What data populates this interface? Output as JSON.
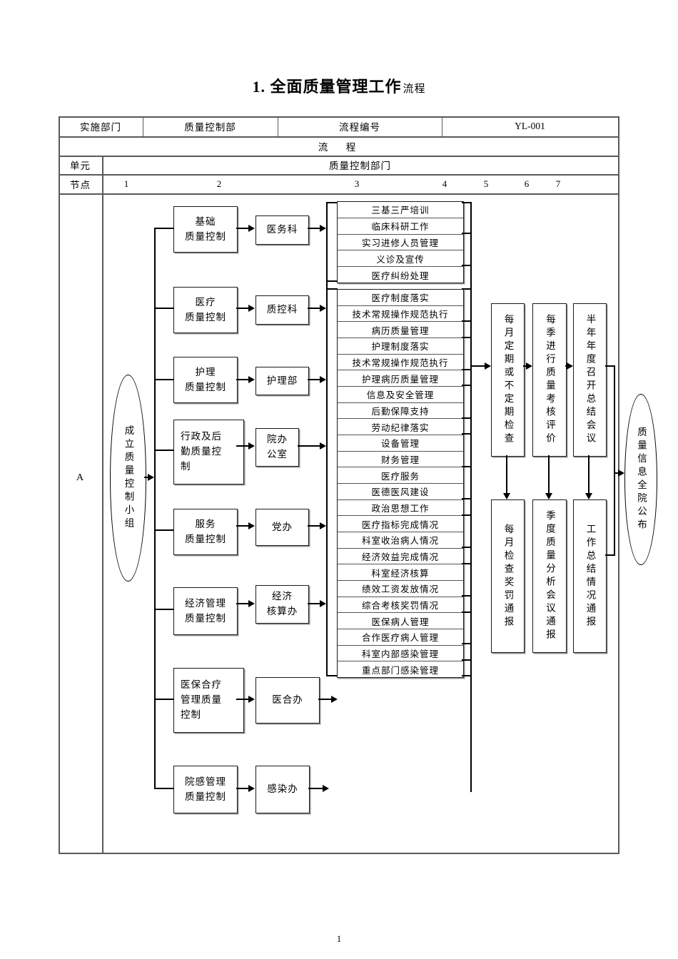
{
  "title": {
    "main": "1. 全面质量管理工作",
    "suffix": "流程"
  },
  "info_table": {
    "impl_dept_label": "实施部门",
    "impl_dept_value": "质量控制部",
    "flow_no_label": "流程编号",
    "flow_no_value": "YL-001",
    "flow_band": "流　程",
    "unit_label": "单元",
    "unit_value": "质量控制部门",
    "node_label": "节点",
    "node_numbers": [
      "1",
      "2",
      "3",
      "4",
      "5",
      "6",
      "7"
    ]
  },
  "flow": {
    "lane_marker": "A",
    "start": "成立质量控制小组",
    "branches": [
      {
        "category": "基础\n质量控制",
        "dept": "医务科"
      },
      {
        "category": "医疗\n质量控制",
        "dept": "质控科"
      },
      {
        "category": "护理\n质量控制",
        "dept": "护理部"
      },
      {
        "category": "行政及后\n勤质量控\n制",
        "dept": "院办\n公室"
      },
      {
        "category": "服务\n质量控制",
        "dept": "党办"
      },
      {
        "category": "经济管理\n质量控制",
        "dept": "经济\n核算办"
      },
      {
        "category": "医保合疗\n管理质量\n控制",
        "dept": "医合办"
      },
      {
        "category": "院感管理\n质量控制",
        "dept": "感染办"
      }
    ],
    "checklist": [
      "三基三严培训",
      "临床科研工作",
      "实习进修人员管理",
      "义诊及宣传",
      "医疗纠纷处理",
      "医疗制度落实",
      "技术常规操作规范执行",
      "病历质量管理",
      "护理制度落实",
      "技术常规操作规范执行",
      "护理病历质量管理",
      "信息及安全管理",
      "后勤保障支持",
      "劳动纪律落实",
      "设备管理",
      "财务管理",
      "医疗服务",
      "医德医风建设",
      "政治思想工作",
      "医疗指标完成情况",
      "科室收治病人情况",
      "经济效益完成情况",
      "科室经济核算",
      "绩效工资发放情况",
      "综合考核奖罚情况",
      "医保病人管理",
      "合作医疗病人管理",
      "科室内部感染管理",
      "重点部门感染管理"
    ],
    "review_steps": [
      "每月定期或不定期检查",
      "每季进行质量考核评价",
      "半年年度召开总结会议"
    ],
    "report_steps": [
      "每月检查奖罚通报",
      "季度质量分析会议通报",
      "工作总结情况通报"
    ],
    "end": "质量信息全院公布"
  },
  "page_number": "1",
  "colors": {
    "line": "#000000",
    "table_line": "#595959",
    "shadow": "#949494",
    "background": "#ffffff"
  }
}
